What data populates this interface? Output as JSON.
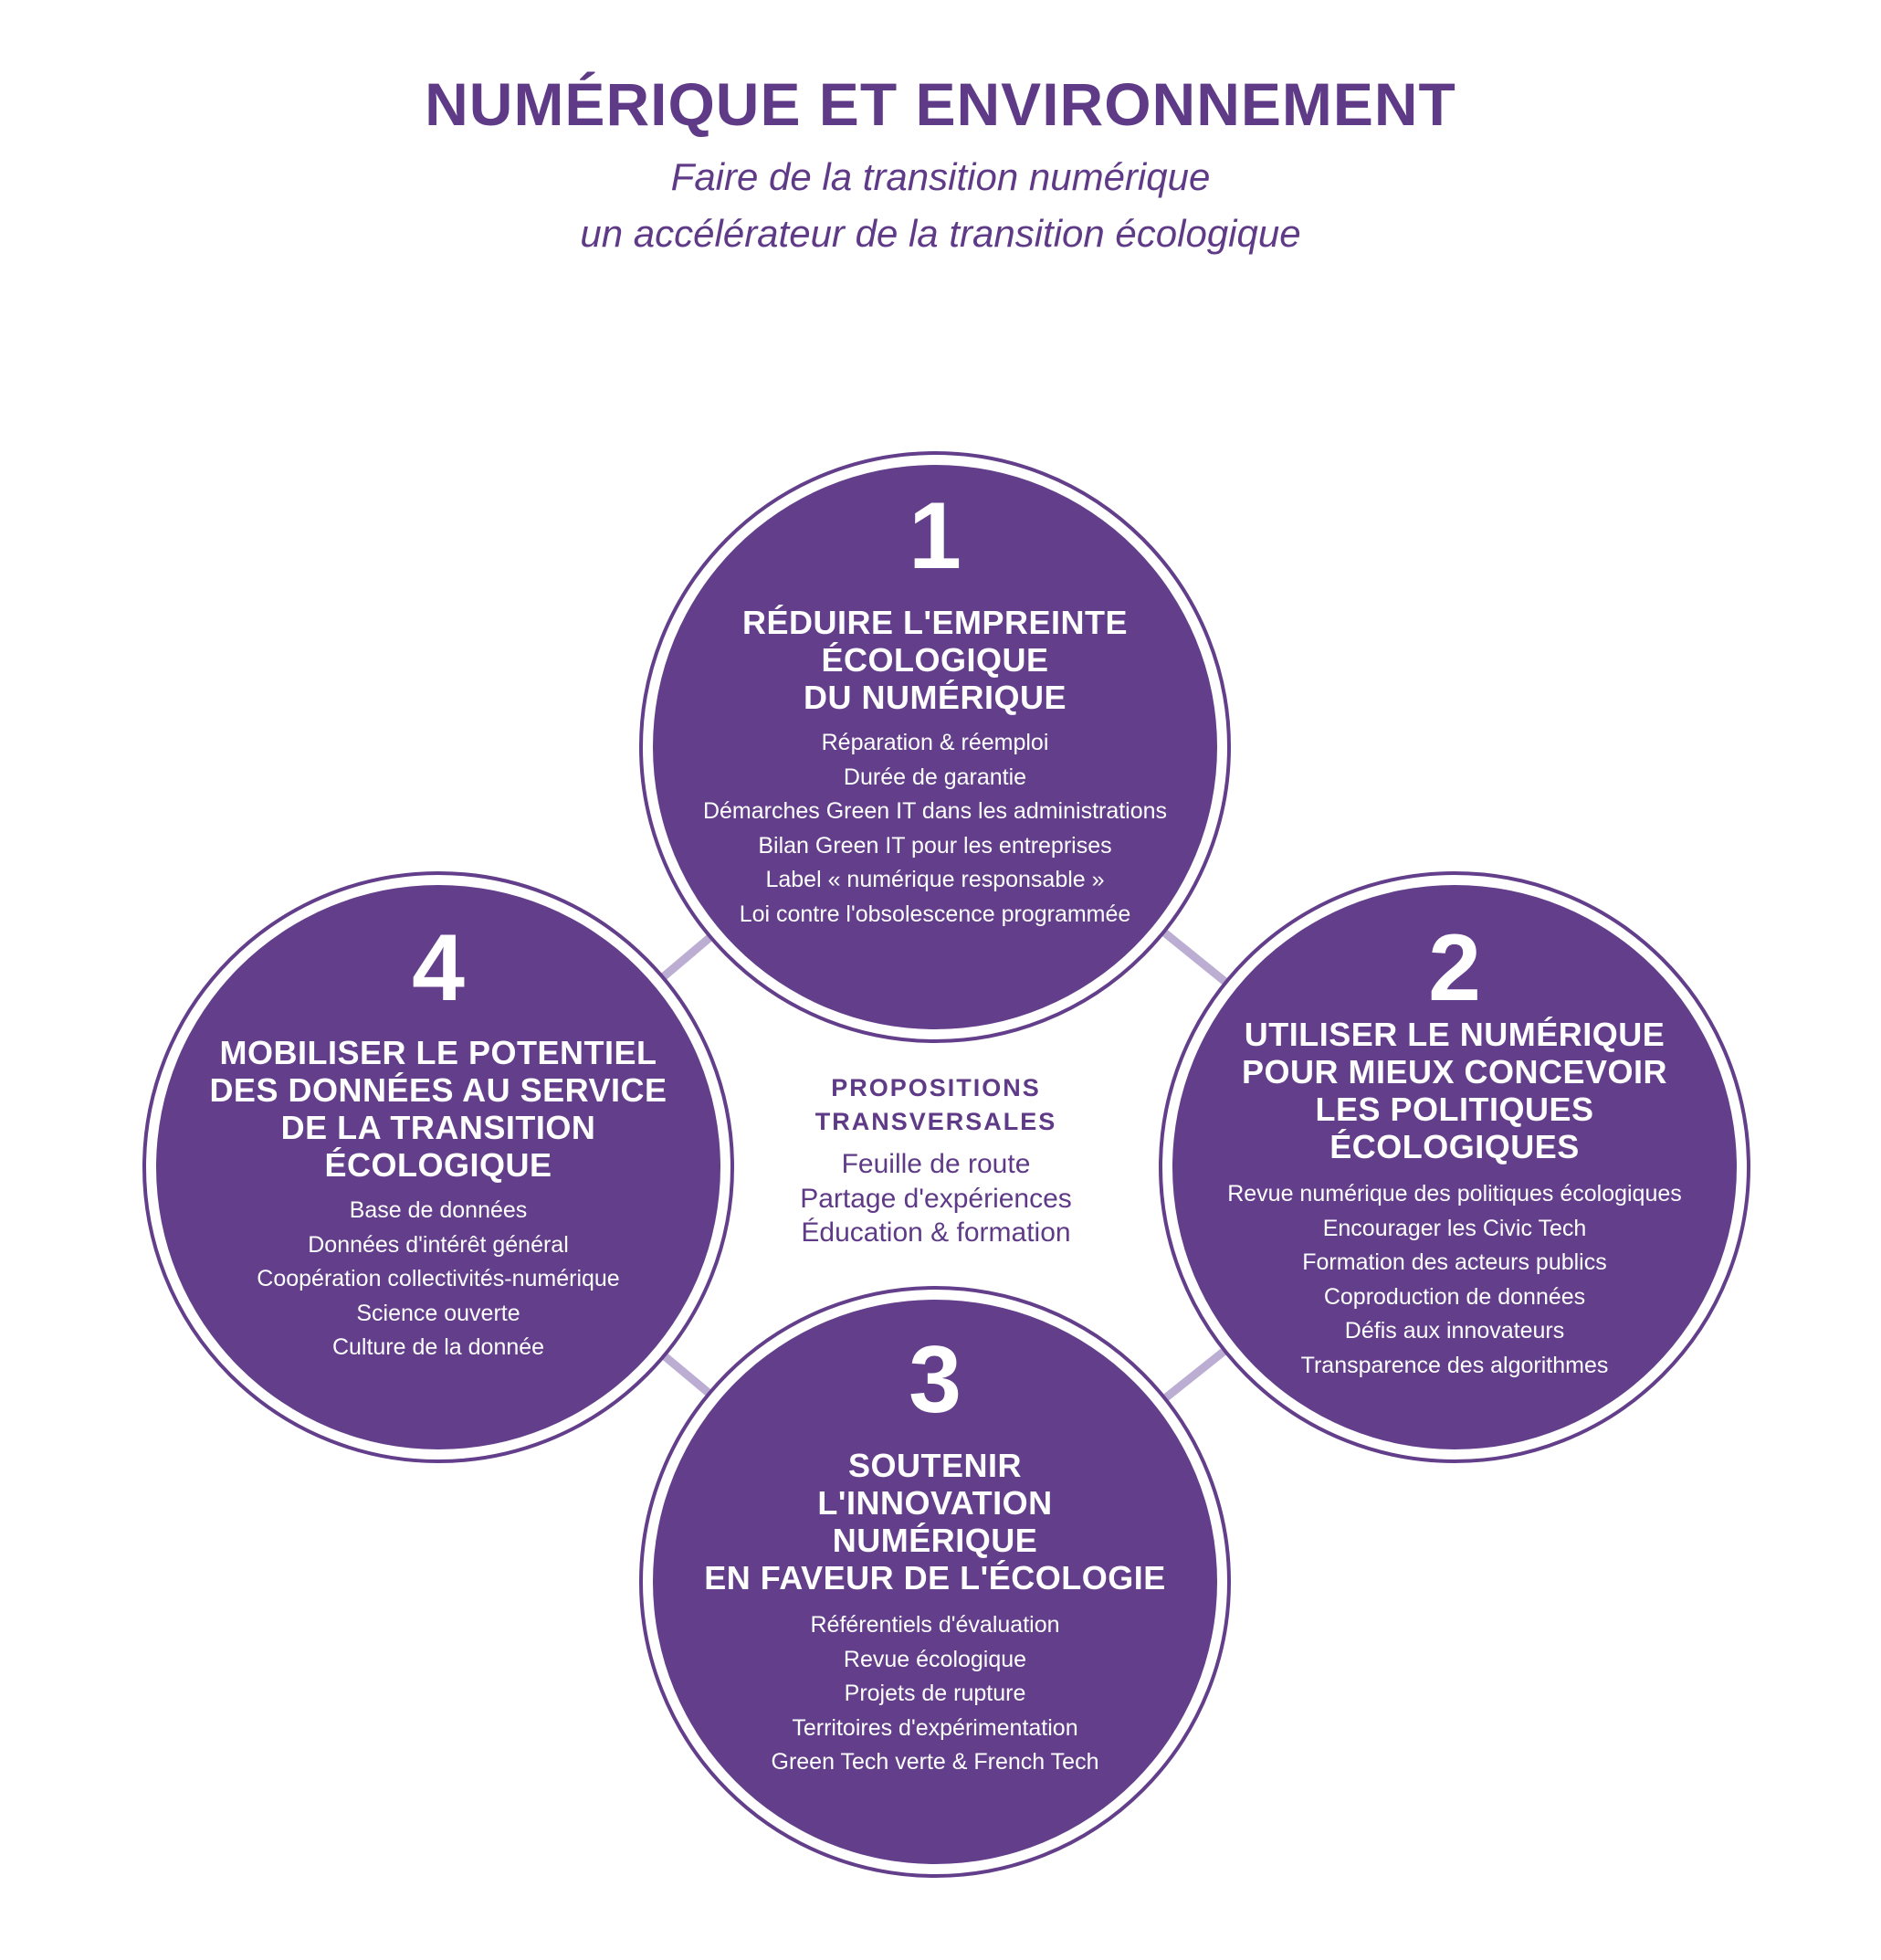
{
  "header": {
    "title": "NUMÉRIQUE ET ENVIRONNEMENT",
    "subtitle_lines": [
      "Faire de la transition numérique",
      "un accélérateur de la transition écologique"
    ]
  },
  "colors": {
    "circle_fill": "#633e8b",
    "ring": "#633e8b",
    "connector": "#bcaed3",
    "text_accent": "#5e3a87"
  },
  "center": {
    "heading_lines": [
      "PROPOSITIONS",
      "TRANSVERSALES"
    ],
    "items": [
      "Feuille de route",
      "Partage d'expériences",
      "Éducation & formation"
    ]
  },
  "circles": [
    {
      "number": "1",
      "heading_lines": [
        "RÉDUIRE L'EMPREINTE",
        "ÉCOLOGIQUE",
        "DU NUMÉRIQUE"
      ],
      "items": [
        "Réparation & réemploi",
        "Durée de garantie",
        "Démarches Green IT dans les administrations",
        "Bilan Green IT pour les entreprises",
        "Label « numérique responsable »",
        "Loi contre l'obsolescence programmée"
      ]
    },
    {
      "number": "2",
      "heading_lines": [
        "UTILISER LE NUMÉRIQUE",
        "POUR MIEUX CONCEVOIR",
        "LES POLITIQUES",
        "ÉCOLOGIQUES"
      ],
      "items": [
        "Revue numérique des politiques écologiques",
        "Encourager les Civic Tech",
        "Formation des acteurs publics",
        "Coproduction de données",
        "Défis aux innovateurs",
        "Transparence des algorithmes"
      ]
    },
    {
      "number": "3",
      "heading_lines": [
        "SOUTENIR",
        "L'INNOVATION",
        "NUMÉRIQUE",
        "EN FAVEUR DE L'ÉCOLOGIE"
      ],
      "items": [
        "Référentiels d'évaluation",
        "Revue écologique",
        "Projets de rupture",
        "Territoires d'expérimentation",
        "Green Tech verte & French Tech"
      ]
    },
    {
      "number": "4",
      "heading_lines": [
        "MOBILISER LE POTENTIEL",
        "DES DONNÉES AU SERVICE",
        "DE LA TRANSITION",
        "ÉCOLOGIQUE"
      ],
      "items": [
        "Base de données",
        "Données d'intérêt général",
        "Coopération collectivités-numérique",
        "Science ouverte",
        "Culture de la donnée"
      ]
    }
  ]
}
